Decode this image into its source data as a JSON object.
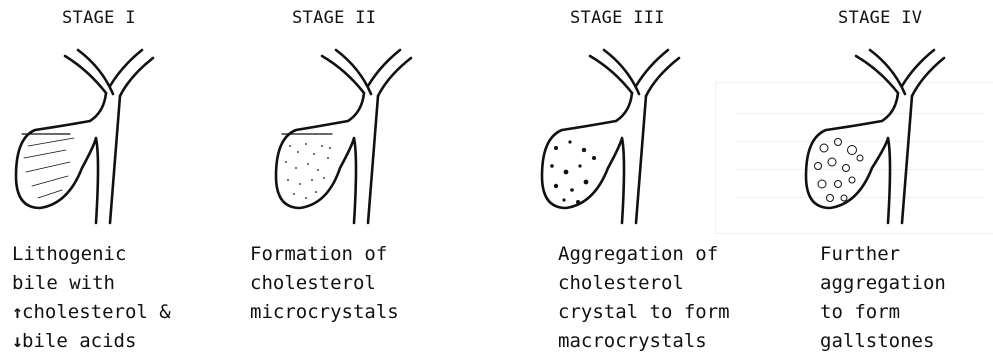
{
  "stages": [
    {
      "title": "STAGE I",
      "caption": [
        "Lithogenic",
        "bile with",
        "cholesterol &",
        "bile acids"
      ],
      "arrows": {
        "line3": "↑",
        "line4": "↓"
      }
    },
    {
      "title": "STAGE II",
      "caption": [
        "Formation of",
        "cholesterol",
        "microcrystals"
      ]
    },
    {
      "title": "STAGE III",
      "caption": [
        "Aggregation of",
        "cholesterol",
        "crystal to form",
        "macrocrystals"
      ]
    },
    {
      "title": "STAGE IV",
      "caption": [
        "Further",
        "aggregation",
        "to form",
        "gallstones"
      ]
    }
  ]
}
